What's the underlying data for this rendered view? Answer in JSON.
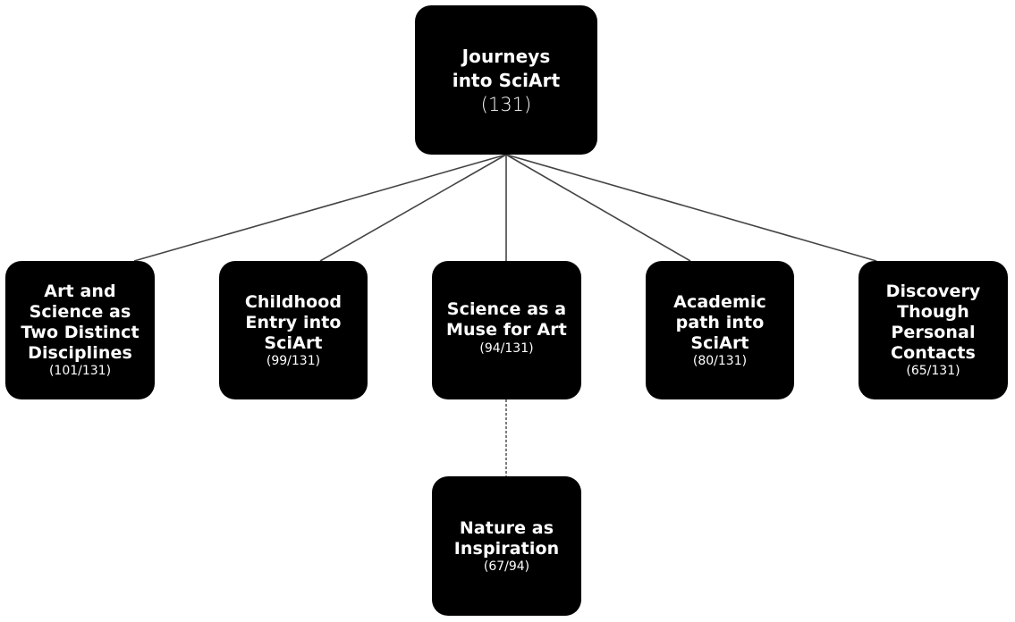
{
  "root": {
    "title": "Journeys\ninto SciArt",
    "count": "(131)"
  },
  "children": [
    {
      "title": "Art and\nScience as\nTwo Distinct\nDisciplines",
      "count": "(101/131)"
    },
    {
      "title": "Childhood\nEntry into\nSciArt",
      "count": "(99/131)"
    },
    {
      "title": "Science as a\nMuse for Art",
      "count": "(94/131)"
    },
    {
      "title": "Academic\npath into\nSciArt",
      "count": "(80/131)"
    },
    {
      "title": "Discovery\nThough\nPersonal\nContacts",
      "count": "(65/131)"
    }
  ],
  "grandchild": {
    "title": "Nature as\nInspiration",
    "count": "(67/94)"
  },
  "colors": {
    "node_fill": "#000000",
    "node_text": "#ffffff",
    "connector": "#444444",
    "background": "#ffffff"
  }
}
